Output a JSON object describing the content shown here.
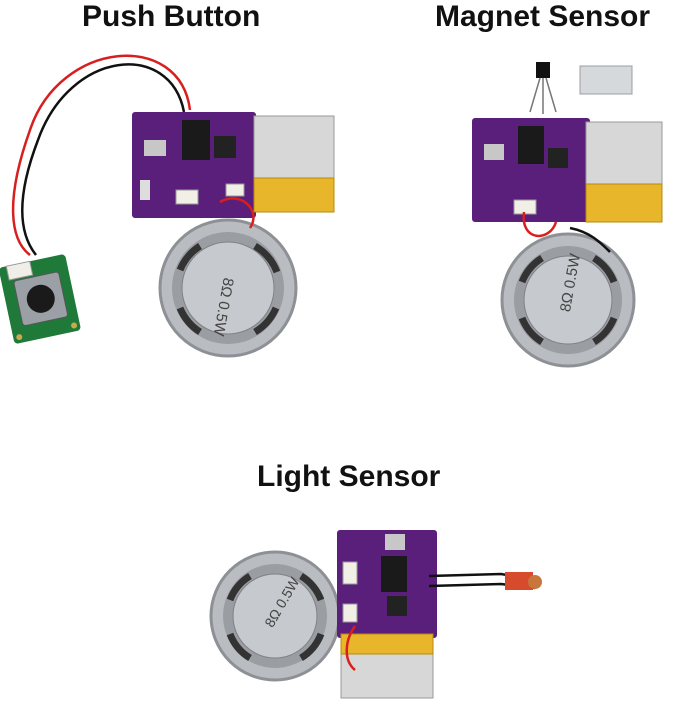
{
  "labels": {
    "push_button": "Push Button",
    "magnet_sensor": "Magnet Sensor",
    "light_sensor": "Light Sensor"
  },
  "speaker_text": {
    "push": "8Ω 0.5W",
    "magnet": "8Ω 0.5W",
    "light": "8Ω 0.5W"
  },
  "colors": {
    "pcb": "#5a1f7a",
    "battery": "#e8b62a",
    "speaker_rim": "#b9bcc0",
    "button_pcb": "#1f7a3a",
    "wire_red": "#d81f1f",
    "wire_black": "#111111"
  }
}
